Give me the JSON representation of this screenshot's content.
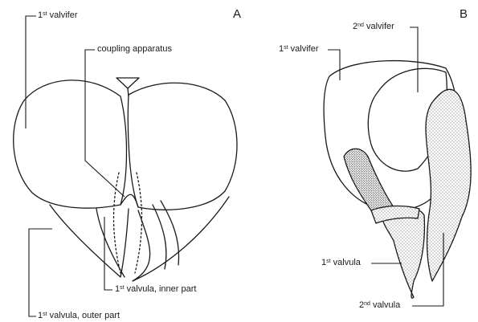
{
  "panels": {
    "a": "A",
    "b": "B"
  },
  "labels": {
    "a_valvifer1": {
      "ordinal": "1",
      "suffix": "st",
      "text": " valvifer"
    },
    "a_coupling": {
      "text": "coupling apparatus"
    },
    "a_valvula_inner": {
      "ordinal": "1",
      "suffix": "st",
      "text": " valvula, inner part"
    },
    "a_valvula_outer": {
      "ordinal": "1",
      "suffix": "st",
      "text": " valvula, outer part"
    },
    "b_valvifer1": {
      "ordinal": "1",
      "suffix": "st",
      "text": " valvifer"
    },
    "b_valvifer2": {
      "ordinal": "2",
      "suffix": "nd",
      "text": " valvifer"
    },
    "b_valvula1": {
      "ordinal": "1",
      "suffix": "st",
      "text": " valvula"
    },
    "b_valvula2": {
      "ordinal": "2",
      "suffix": "nd",
      "text": " valvula"
    }
  },
  "colors": {
    "ink": "#1a1a1a",
    "background": "#ffffff"
  }
}
